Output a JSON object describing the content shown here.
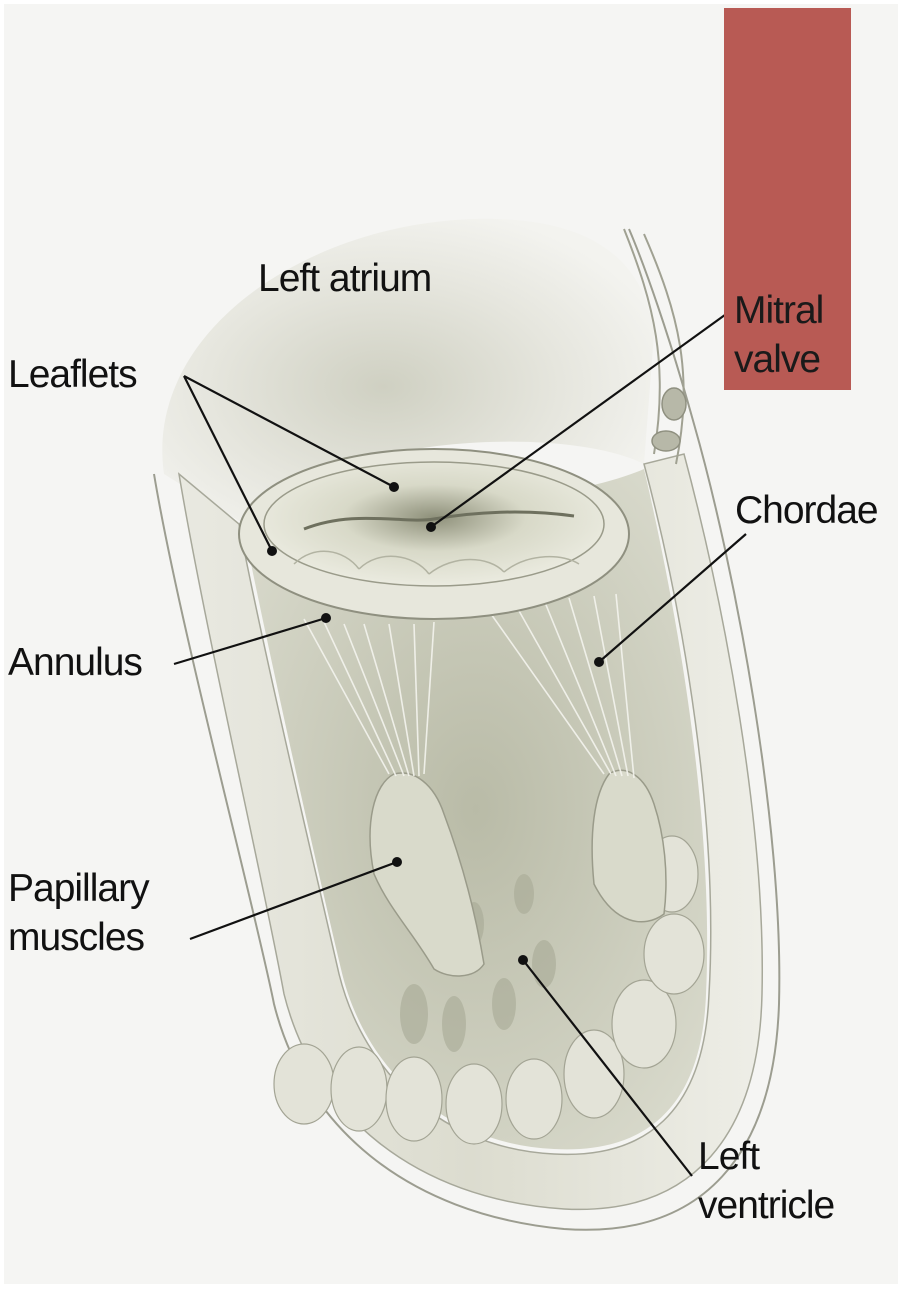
{
  "labels": {
    "left_atrium": "Left atrium",
    "mitral_valve_line1": "Mitral",
    "mitral_valve_line2": "valve",
    "leaflets": "Leaflets",
    "chordae": "Chordae",
    "annulus": "Annulus",
    "papillary_line1": "Papillary",
    "papillary_line2": "muscles",
    "left_ventricle_line1": "Left",
    "left_ventricle_line2": "ventricle"
  },
  "colors": {
    "accent_tab": "#b85a54",
    "tissue": "#dfe0d3",
    "shadow": "#9da08c",
    "leader": "#111111"
  }
}
